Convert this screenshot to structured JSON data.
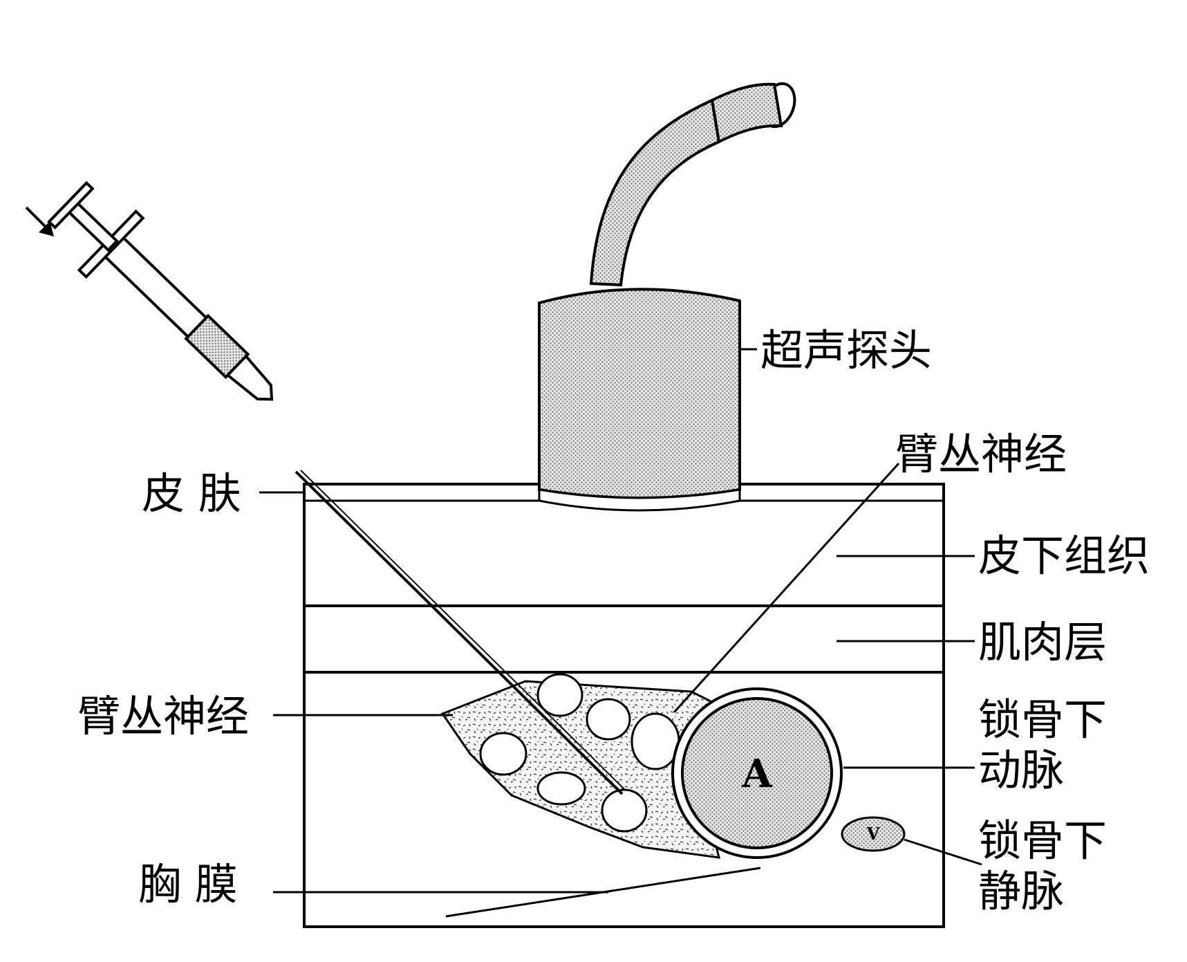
{
  "labels": {
    "probe": "超声探头",
    "nerve_top": "臂丛神经",
    "skin": "皮 肤",
    "subcutaneous": "皮下组织",
    "muscle": "肌肉层",
    "nerve_left": "臂丛神经",
    "artery_line1": "锁骨下",
    "artery_line2": "动脉",
    "vein_line1": "锁骨下",
    "vein_line2": "静脉",
    "pleura": "胸 膜"
  },
  "marks": {
    "artery": "A",
    "vein": "V"
  },
  "colors": {
    "ink": "#000000",
    "stipple": "#c9c9c9",
    "background": "#ffffff"
  }
}
